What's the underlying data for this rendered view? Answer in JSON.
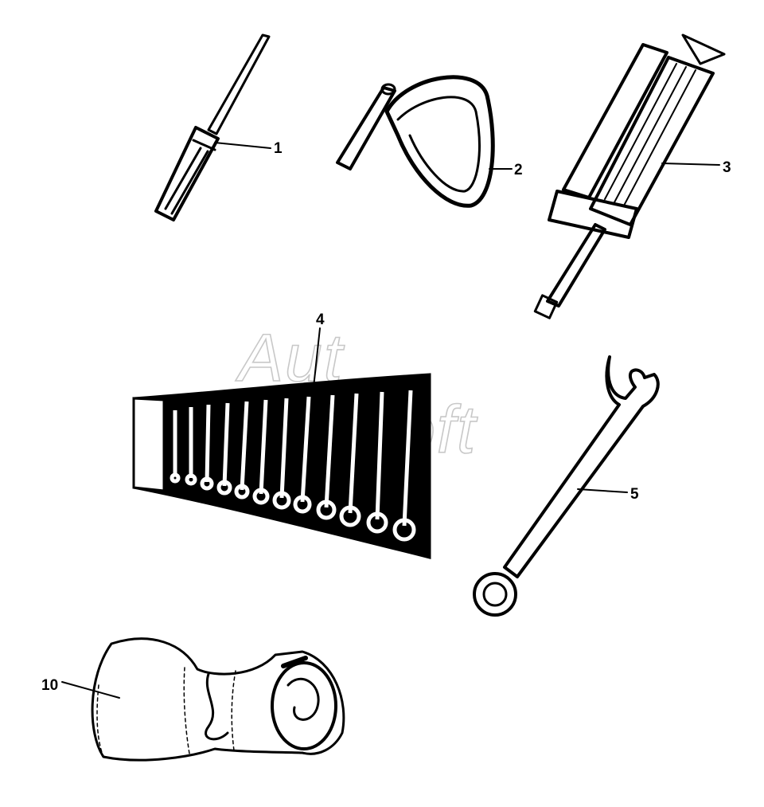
{
  "watermark": {
    "line1": "Aut",
    "line2": "oft"
  },
  "callouts": {
    "screwdriver": "1",
    "filter_wrench": "2",
    "grease_gun": "3",
    "wrench_set_roll": "4",
    "combination_wrench": "5",
    "tool_bag": "10"
  },
  "colors": {
    "ink": "#000000",
    "watermark": "#c8c8c8",
    "background": "#ffffff"
  }
}
